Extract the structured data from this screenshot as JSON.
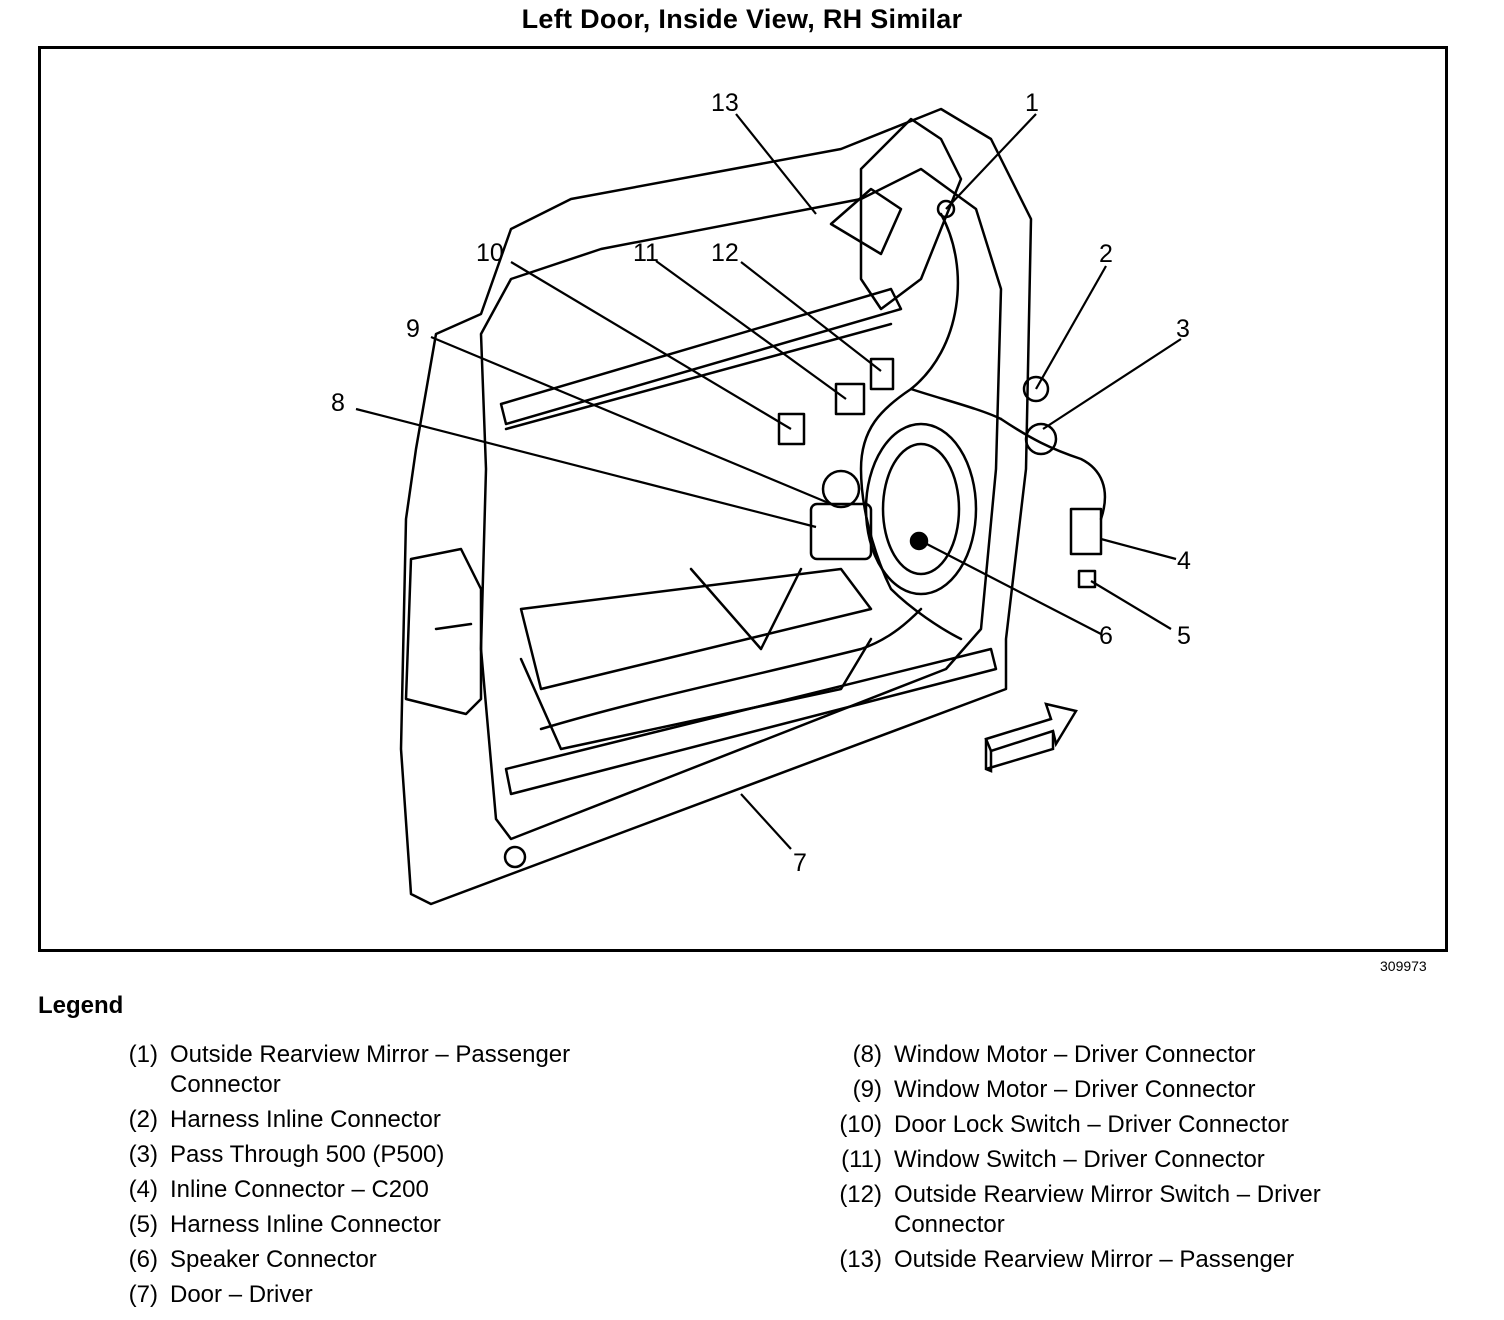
{
  "title": "Left Door, Inside View, RH Similar",
  "figure_number": "309973",
  "legend_title": "Legend",
  "callouts": [
    "1",
    "2",
    "3",
    "4",
    "5",
    "6",
    "7",
    "8",
    "9",
    "10",
    "11",
    "12",
    "13"
  ],
  "legend_left": [
    {
      "num": "(1)",
      "text": "Outside Rearview Mirror – Passenger Connector"
    },
    {
      "num": "(2)",
      "text": "Harness Inline Connector"
    },
    {
      "num": "(3)",
      "text": "Pass Through 500 (P500)"
    },
    {
      "num": "(4)",
      "text": "Inline Connector – C200"
    },
    {
      "num": "(5)",
      "text": "Harness Inline Connector"
    },
    {
      "num": "(6)",
      "text": "Speaker Connector"
    },
    {
      "num": "(7)",
      "text": "Door – Driver"
    }
  ],
  "legend_right": [
    {
      "num": "(8)",
      "text": "Window Motor – Driver Connector"
    },
    {
      "num": "(9)",
      "text": "Window Motor – Driver Connector"
    },
    {
      "num": "(10)",
      "text": "Door Lock Switch – Driver Connector"
    },
    {
      "num": "(11)",
      "text": "Window Switch – Driver Connector"
    },
    {
      "num": "(12)",
      "text": "Outside Rearview Mirror Switch – Driver Connector"
    },
    {
      "num": "(13)",
      "text": "Outside Rearview Mirror – Passenger"
    }
  ]
}
